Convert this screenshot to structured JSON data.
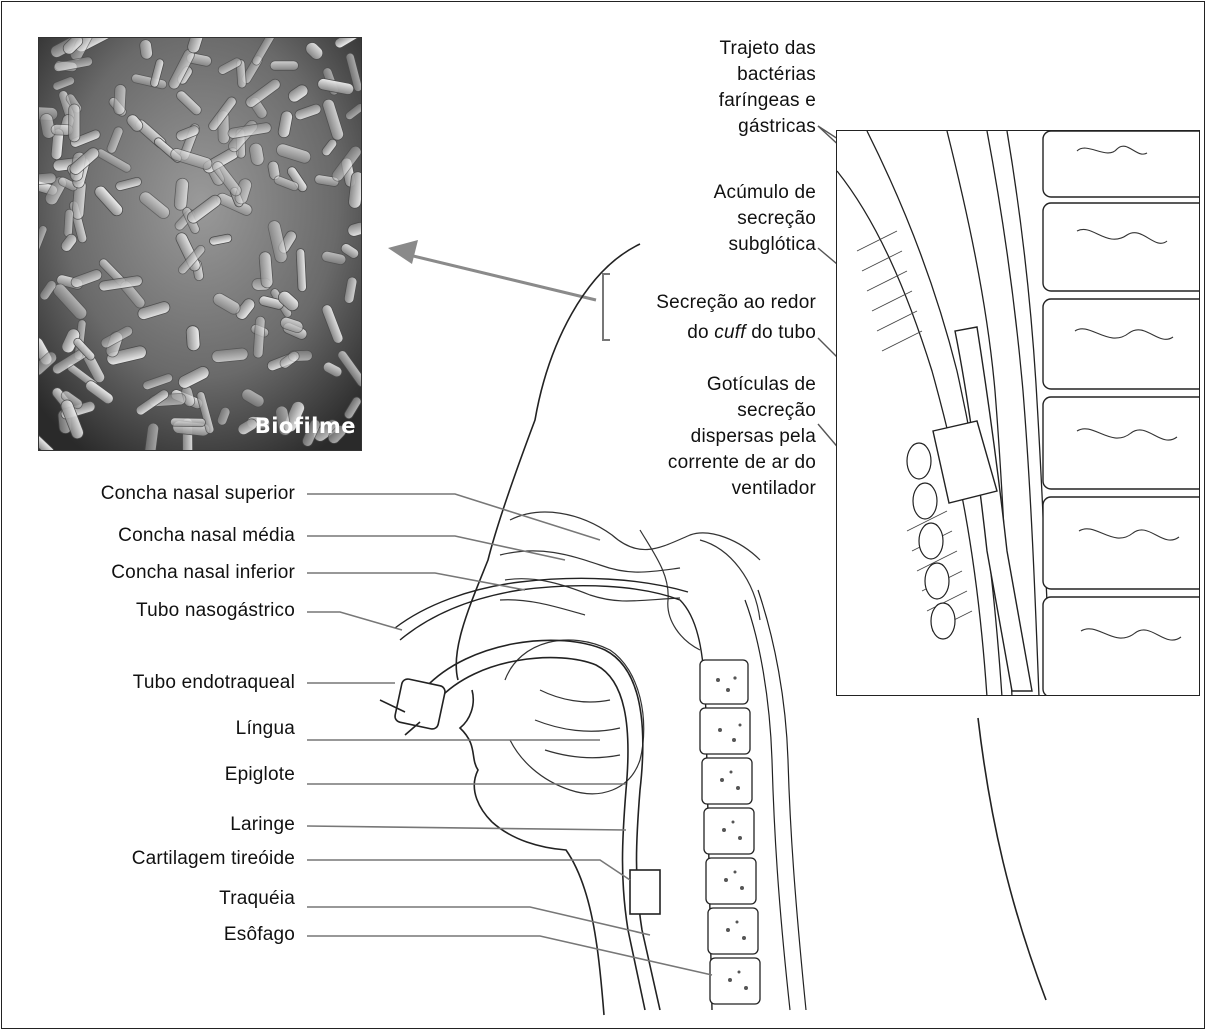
{
  "micrograph": {
    "label": "Biofilme"
  },
  "inset_labels": {
    "bacteria_path": "Trajeto das\nbactérias\nfaríngeas e\ngástricas",
    "subglottic": "Acúmulo de\nsecreção\nsubglótica",
    "cuff_line1": "Secreção ao redor",
    "cuff_line2_pre": "do ",
    "cuff_line2_em": "cuff",
    "cuff_line2_post": " do tubo",
    "droplets": "Gotículas de\nsecreção\ndispersas pela\ncorrente de ar do\nventilador"
  },
  "anatomy_labels": [
    "Concha nasal superior",
    "Concha nasal média",
    "Concha nasal inferior",
    "Tubo nasogástrico",
    "Tubo endotraqueal",
    "Língua",
    "Epiglote",
    "Laringe",
    "Cartilagem tireóide",
    "Traquéia",
    "Esôfago"
  ]
}
